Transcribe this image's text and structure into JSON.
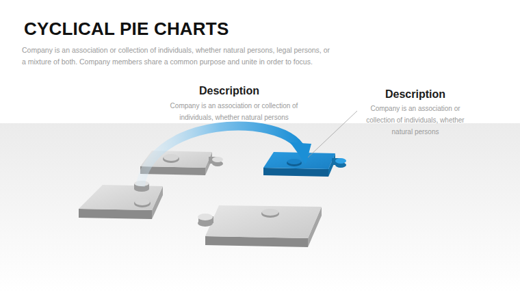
{
  "diagram": {
    "title": "CYCLICAL PIE CHARTS",
    "labels": [
      "Company is an association or collection of individuals, whether natural persons, legal persons, or a mixture of both. Company members share a common purpose and unite in order to focus.",
      "Description",
      "Company is an association or collection of individuals, whether natural persons",
      "Description",
      "Company is an association or collection of individuals, whether natural persons"
    ]
  }
}
